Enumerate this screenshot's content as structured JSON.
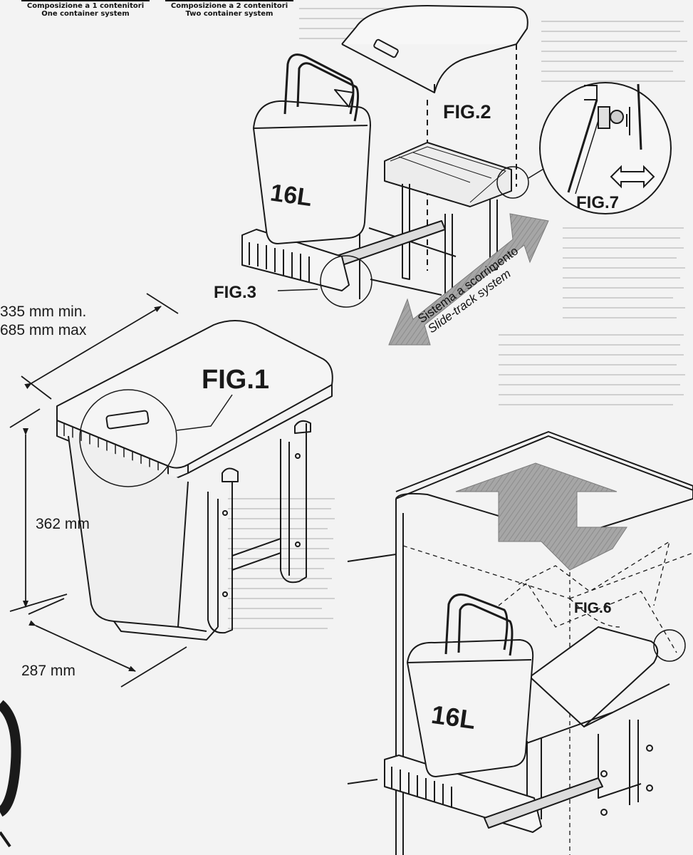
{
  "header": {
    "one_container_it": "Composizione a 1 contenitori",
    "one_container_en": "One container system",
    "two_container_it": "Composizione a 2 contenitori",
    "two_container_en": "Two container system"
  },
  "figures": {
    "fig1": "FIG.1",
    "fig2": "FIG.2",
    "fig3": "FIG.3",
    "fig6": "FIG.6",
    "fig7": "FIG.7"
  },
  "dimensions": {
    "width_min": "335 mm min.",
    "width_max": "685 mm max",
    "height": "362 mm",
    "depth": "287 mm"
  },
  "bin": {
    "capacity_top": "16L",
    "capacity_bottom": "16L"
  },
  "slide_track": {
    "label_it": "Sistema a scorrimento",
    "label_en": "Slide-track system"
  },
  "colors": {
    "ink": "#1a1a1a",
    "paper": "#f3f3f3",
    "shade": "#9a9a9a",
    "text_noise": "#c8c8c8"
  }
}
